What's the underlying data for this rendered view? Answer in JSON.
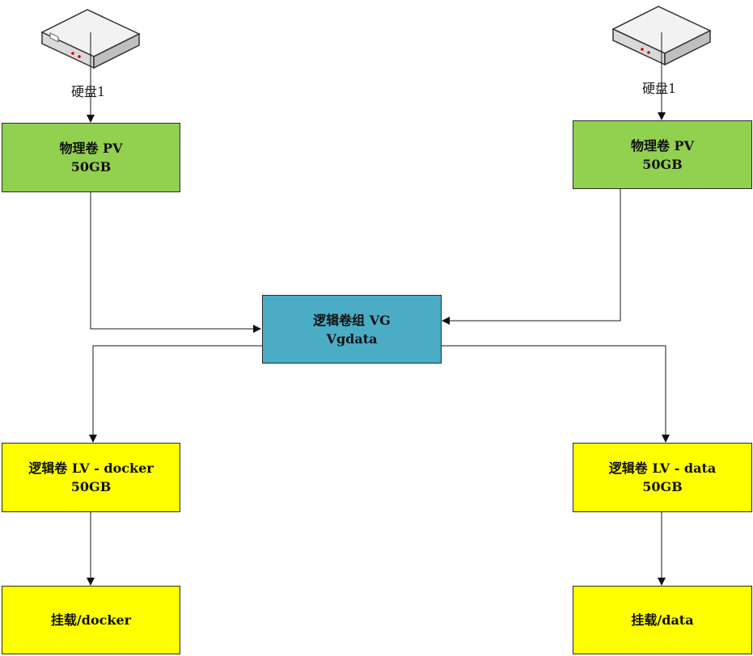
{
  "disks": [
    {
      "label": "硬盘1",
      "icon": "hard-disk-icon"
    },
    {
      "label": "硬盘1",
      "icon": "hard-disk-icon"
    }
  ],
  "pv_left": {
    "line1": "物理卷 PV",
    "line2": "50GB"
  },
  "pv_right": {
    "line1": "物理卷 PV",
    "line2": "50GB"
  },
  "vg": {
    "line1": "逻辑卷组 VG",
    "line2": "Vgdata"
  },
  "lv_left": {
    "line1": "逻辑卷 LV - docker",
    "line2": "50GB"
  },
  "lv_right": {
    "line1": "逻辑卷 LV - data",
    "line2": "50GB"
  },
  "mount_left": {
    "label": "挂载/docker"
  },
  "mount_right": {
    "label": "挂载/data"
  },
  "colors": {
    "pv": "#92d050",
    "vg": "#4bacc6",
    "lv": "#ffff00",
    "mount": "#ffff00",
    "line": "#1a1a1a"
  }
}
